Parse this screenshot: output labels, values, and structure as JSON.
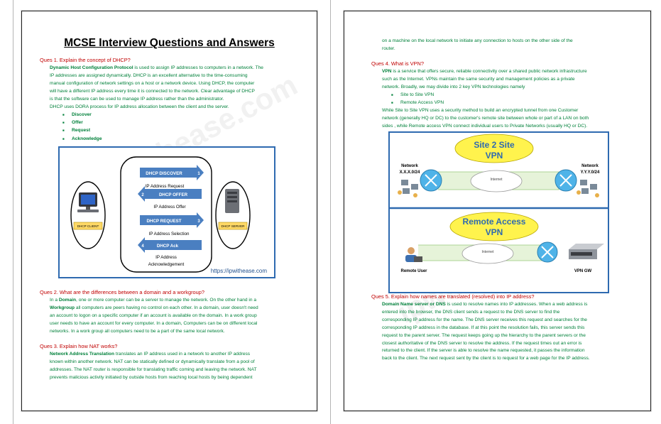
{
  "left": {
    "title": "MCSE Interview Questions and Answers",
    "q1": "Ques 1. Explain the concept of DHCP?",
    "a1_term": "Dynamic Host Configuration Protocol",
    "a1_lines": [
      " is used to assign IP addresses to computers in a network. The",
      "IP addresses are assigned dynamically. DHCP is an excellent alternative to the time-consuming",
      "manual configuration of network settings on a host or a network device.  Using DHCP, the computer",
      "will have a different IP address every time it is connected to the network. Clear advantage of DHCP",
      "is that the software can be used to manage IP address rather than the administrator.",
      "DHCP uses DORA process for IP address allocation between the client and the server."
    ],
    "dora": [
      "Discover",
      "Offer",
      "Request",
      "Acknowledge"
    ],
    "dhcp_figure": {
      "client_label": "DHCP CLIENT",
      "server_label": "DHCP SERVER",
      "steps": [
        {
          "num": "1",
          "label": "DHCP DISCOVER",
          "desc": "IP Address Request"
        },
        {
          "num": "2",
          "label": "DHCP OFFER",
          "desc": "IP Address Offer"
        },
        {
          "num": "3",
          "label": "DHCP REQUEST",
          "desc": "IP Address Selection"
        },
        {
          "num": "4",
          "label": "DHCP Ack",
          "desc": "IP Address",
          "desc2": "Acknowledgement"
        }
      ],
      "url": "https://ipwithease.com"
    },
    "q2": "Ques 2. What are the differences between a domain and a workgroup?",
    "a2_lines": [
      [
        "In a ",
        "Domain",
        ", one or more computer can be a server to manage the network. On the other hand in a"
      ],
      [
        "",
        "Workgroup",
        " all computers are peers having no control on each other. In a domain, user doesn't need"
      ],
      [
        "an account to logon on a specific computer if an account is available on the domain. In a work group",
        "",
        ""
      ],
      [
        "user needs to have an account for every computer.  In a domain, Computers can be on different local",
        "",
        ""
      ],
      [
        "networks. In a work group all computers need to be a part of the same local network.",
        "",
        ""
      ]
    ],
    "q3": "Ques 3. Explain how NAT works?",
    "a3_term": "Network Address Translation",
    "a3_lines": [
      " translates an IP address used in a network to another IP address",
      "known within another network. NAT can be statically defined or dynamically translate from a pool of",
      "addresses. The NAT router is responsible for translating traffic coming and leaving the network. NAT",
      "prevents malicious activity initiated by outside hosts from reaching local hosts by being dependent"
    ]
  },
  "right": {
    "cont_lines": [
      "on a machine on the local network to initiate any connection to hosts on the other side of the",
      "router."
    ],
    "q4": "Ques 4. What is VPN?",
    "a4_term": "VPN",
    "a4_lines": [
      " is a service that offers secure, reliable connectivity over a shared public network infrastructure",
      "such as the Internet. VPNs maintain the same security and management policies as a private",
      "network. Broadly, we may divide into 2 key VPN technologies namely"
    ],
    "vpn_types": [
      "Site to Site VPN",
      "Remote Access VPN"
    ],
    "a4b_lines": [
      "While Site to Site VPN uses a security method to build an encrypted tunnel from one Customer",
      "network (generally HQ or DC) to the customer's remote site between whole or part of a LAN on both",
      "sides , while Remote access VPN connect individual users to Private Networks (usually HQ or DC)."
    ],
    "vpn_figure": {
      "s2s_title1": "Site 2 Site",
      "s2s_title2": "VPN",
      "net1_a": "Network",
      "net1_b": "X.X.X.0/24",
      "net2_a": "Network",
      "net2_b": "Y.Y.Y.0/24",
      "internet": "Internet",
      "ra_title1": "Remote Access",
      "ra_title2": "VPN",
      "remote_user": "Remote User",
      "vpn_gw": "VPN GW"
    },
    "q5": "Ques 5. Explain how names are translated (resolved) into IP address?",
    "a5_term": "Domain Name server or DNS",
    "a5_lines": [
      " is used to resolve names into IP addresses. When a web address is",
      "entered into the browser, the DNS client sends a request to the DNS server to find the",
      "corresponding IP address for the name. The DNS server receives this request and searches for the",
      "corresponding IP address in the database. If at this point the resolution fails, this server sends this",
      "request to the parent server. The request keeps going up the hierarchy to the parent servers or the",
      "closest authoritative of the DNS server to resolve the address. If the request times out an error is",
      "returned to the client. If the server is able to resolve the name requested, it passes the information",
      "back to the client. The next request sent by the client is to request for a web page for the IP address."
    ]
  },
  "colors": {
    "question": "#c00000",
    "answer": "#00803a",
    "figure_border": "#2e6ab0",
    "arrow_blue": "#4a7fc1",
    "vpn_title_fill": "#fff34d"
  }
}
